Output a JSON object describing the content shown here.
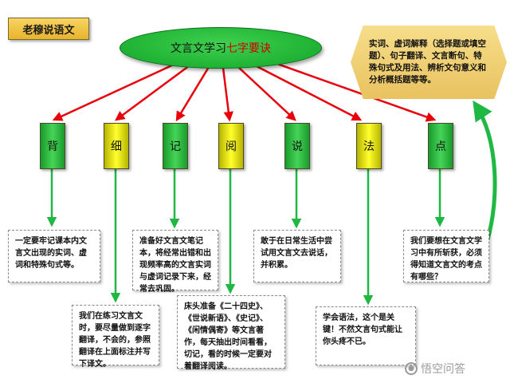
{
  "tag": "老穆说语文",
  "title": {
    "main": "文言文学习",
    "highlight": "七字要诀"
  },
  "callout": "实词、虚词解释（选择题或填空题）、句子翻译、文言断句、特殊句式及用法、辨析文句意义和分析概括题等等。",
  "categories": [
    {
      "label": "背",
      "color": "green"
    },
    {
      "label": "细",
      "color": "yellow"
    },
    {
      "label": "记",
      "color": "green"
    },
    {
      "label": "阅",
      "color": "yellow"
    },
    {
      "label": "说",
      "color": "green"
    },
    {
      "label": "法",
      "color": "yellow"
    },
    {
      "label": "点",
      "color": "green"
    }
  ],
  "notes": {
    "bei": "一定要牢记课本内文言文出现的实词、虚词和特殊句式等。",
    "xi": "我们在练习文言文时，要尽量做到逐字翻译，不会的，参照翻译在上面标注并写下译文。",
    "ji": "准备好文言文笔记本，将经常出错和出现频率高的文言实词与虚词记录下来，经常去巩固。",
    "yue": "床头准备《二十四史》、《世说新语》、《史记》、《闲情偶寄》等文言著作，每天抽出时间看看，切记，看的时候一定要对着翻译阅读。",
    "shuo": "敢于在日常生活中尝试用文言文去说话，并积累。",
    "fa": "学会语法，这个是关键！不然文言句式能让你头疼不已。",
    "dian": "我们要想在文言文学习中有所斩获，必须得知道文言文的考点有哪些？"
  },
  "colors": {
    "red_arrow": "#e8000b",
    "green_arrow": "#1fb843"
  },
  "watermark": {
    "icon": "toutiao-logo-icon",
    "text": "悟空问答"
  }
}
